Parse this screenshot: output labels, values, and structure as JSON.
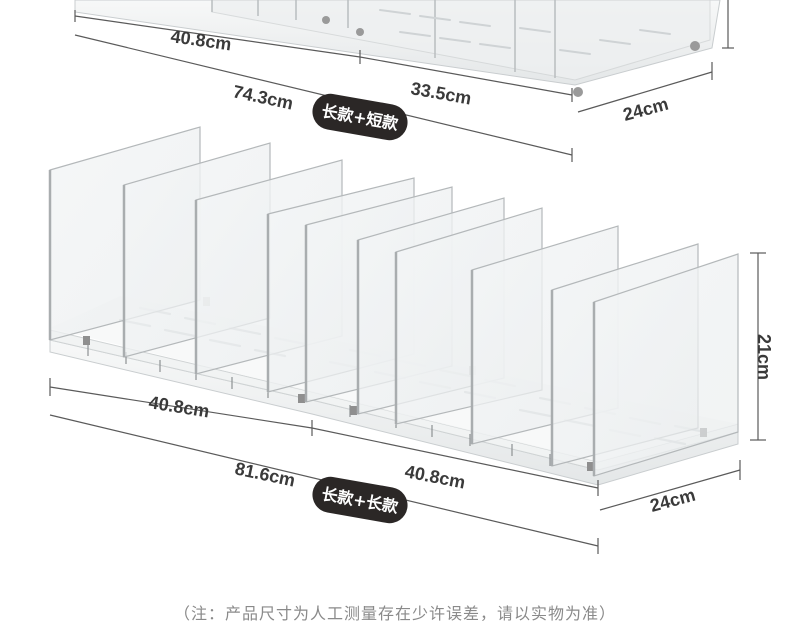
{
  "top_product": {
    "left_length": "40.8cm",
    "total_length": "74.3cm",
    "right_length": "33.5cm",
    "depth": "24cm",
    "combo_label": "长款+短款"
  },
  "bottom_product": {
    "left_length": "40.8cm",
    "total_length": "81.6cm",
    "right_length": "40.8cm",
    "depth": "24cm",
    "height": "21cm",
    "combo_label": "长款+长款"
  },
  "footnote": "（注：产品尺寸为人工测量存在少许误差，请以实物为准）",
  "colors": {
    "pill": "#2b2726",
    "line": "#5a5a5a",
    "text": "#3a3a3a"
  }
}
